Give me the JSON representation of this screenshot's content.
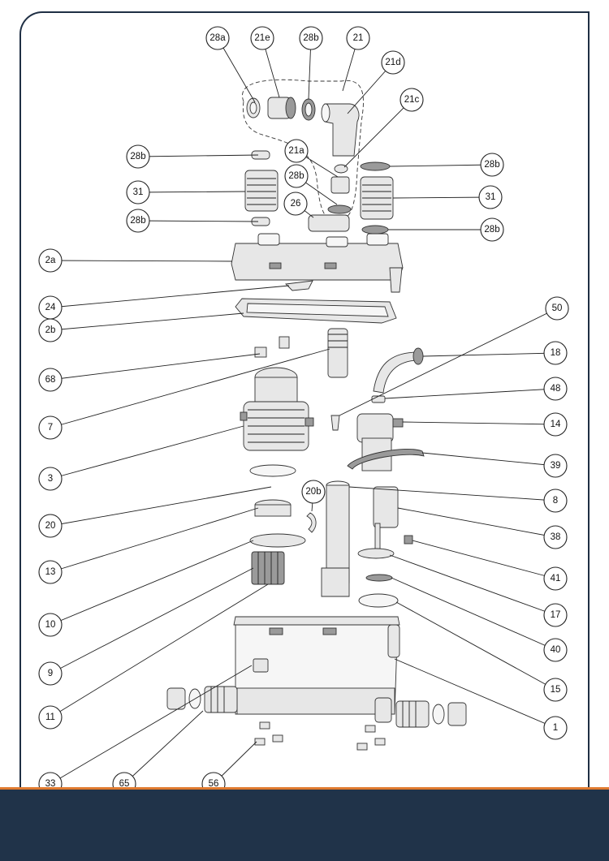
{
  "diagram": {
    "type": "exploded-parts-view",
    "callouts": [
      "28a",
      "21e",
      "28b",
      "21",
      "21d",
      "21c",
      "28b",
      "21a",
      "28b",
      "31",
      "28b",
      "31",
      "26",
      "28b",
      "28b",
      "2a",
      "24",
      "50",
      "2b",
      "18",
      "68",
      "48",
      "7",
      "14",
      "3",
      "39",
      "20",
      "20b",
      "8",
      "13",
      "38",
      "41",
      "10",
      "17",
      "9",
      "40",
      "15",
      "11",
      "1",
      "33",
      "65",
      "56"
    ]
  },
  "colors": {
    "frame": "#1f2f44",
    "accent_line": "#e07a2f",
    "footer_band": "#203349",
    "part_fill": "#e7e7e7",
    "part_dark": "#9a9a9a"
  }
}
